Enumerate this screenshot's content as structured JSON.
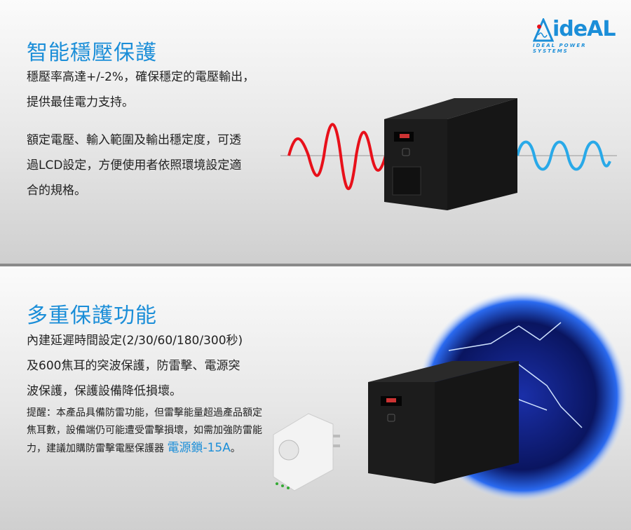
{
  "brand": {
    "logo_text": "ideAL",
    "tagline": "IDEAL POWER SYSTEMS"
  },
  "section1": {
    "title": "智能穩壓保護",
    "lines": [
      "穩壓率高達+/-2%，確保穩定的電壓輸出，",
      "提供最佳電力支持。"
    ],
    "lines2": [
      "額定電壓、輸入範圍及輸出穩定度，可透",
      "過LCD設定，方便使用者依照環境設定適",
      "合的規格。"
    ]
  },
  "section2": {
    "title": "多重保護功能",
    "lines": [
      "內建延遲時間設定(2/30/60/180/300秒)",
      "及600焦耳的突波保護，防雷擊、電源突",
      "波保護，保護設備降低損壞。"
    ],
    "note_lines": [
      "提醒：本產品具備防雷功能，但雷擊能量超過產品額定",
      "焦耳數，設備端仍可能遭受雷擊損壞，如需加強防雷能",
      "力，建議加購防雷擊電壓保護器 "
    ],
    "note_highlight": "電源鎖-15A",
    "note_end": "。"
  },
  "colors": {
    "accent": "#1b8ed8",
    "wave_in": "#e8101a",
    "wave_out": "#29a9e8"
  }
}
